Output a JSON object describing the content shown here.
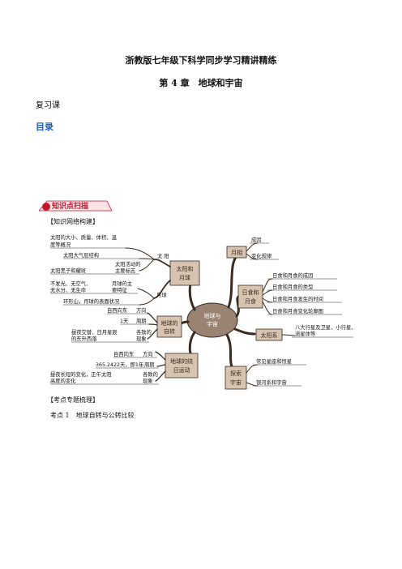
{
  "header": {
    "main_title": "浙教版七年级下科学同步学习精讲精练",
    "chapter_title": "第 4 章　地球和宇宙"
  },
  "review_label": "复习课",
  "toc_label": "目录",
  "badge": {
    "label": "知识点扫描",
    "color": "#c0182b"
  },
  "section1": "【知识网络构建】",
  "section2": "【考点专题梳理】",
  "kaodian1": "考点 1　地球自转与公转比较",
  "mindmap": {
    "center": [
      "地球与",
      "宇宙"
    ],
    "nodes": {
      "sun_moon": [
        "太阳和",
        "月球"
      ],
      "rotation": [
        "地球的",
        "自转"
      ],
      "revolution": [
        "地球的绕",
        "日运动"
      ],
      "phase": "月相",
      "eclipse": [
        "日食和",
        "月食"
      ],
      "solar_system": "太阳系",
      "explore": [
        "探索",
        "宇宙"
      ],
      "sun": "太 阳",
      "moon": "月球"
    },
    "left_leaves": {
      "sun_size": [
        "太阳的大小、质量、体积、温",
        "度等概况"
      ],
      "sun_atm": "太阳大气层结构",
      "sun_activity": [
        "太阳活动的",
        "主要标志"
      ],
      "sunspot": "太阳黑子和耀斑",
      "moon_features": [
        "不发光、无空气、",
        "无水分、无生命"
      ],
      "moon_main": [
        "月球的主",
        "要特征"
      ],
      "moon_surface": "环形山，月球的表面状况",
      "rot_dir": "自西向东",
      "rot_dir_label": "方向",
      "rot_period": "1天",
      "rot_period_label": "周期",
      "rot_phen": [
        "昼夜交替、日月星辰",
        "的东升西落"
      ],
      "rot_phen_label": [
        "各致的",
        "现象"
      ],
      "rev_dir": "自西向东",
      "rev_dir_label": "方向",
      "rev_period": "365.2422天，即1年",
      "rev_period_label": "周期",
      "rev_phen": [
        "昼夜长短的变化，正午太阳",
        "高度的变化"
      ],
      "rev_phen_label": [
        "各致的",
        "现象"
      ]
    },
    "right_leaves": {
      "phase_cause": "成因",
      "phase_rule": "变化规律",
      "eclipse1": "日食和月食的成因",
      "eclipse2": "日食和月食的类型",
      "eclipse3": "日食和月食发生的时间",
      "eclipse4": "日食和月食变化轮廓图",
      "solar1": [
        "八大行星及卫星、小行星、彗星、",
        "流星体等"
      ],
      "explore1": "常见星座和恒星",
      "explore2": "银河系和宇宙"
    }
  }
}
